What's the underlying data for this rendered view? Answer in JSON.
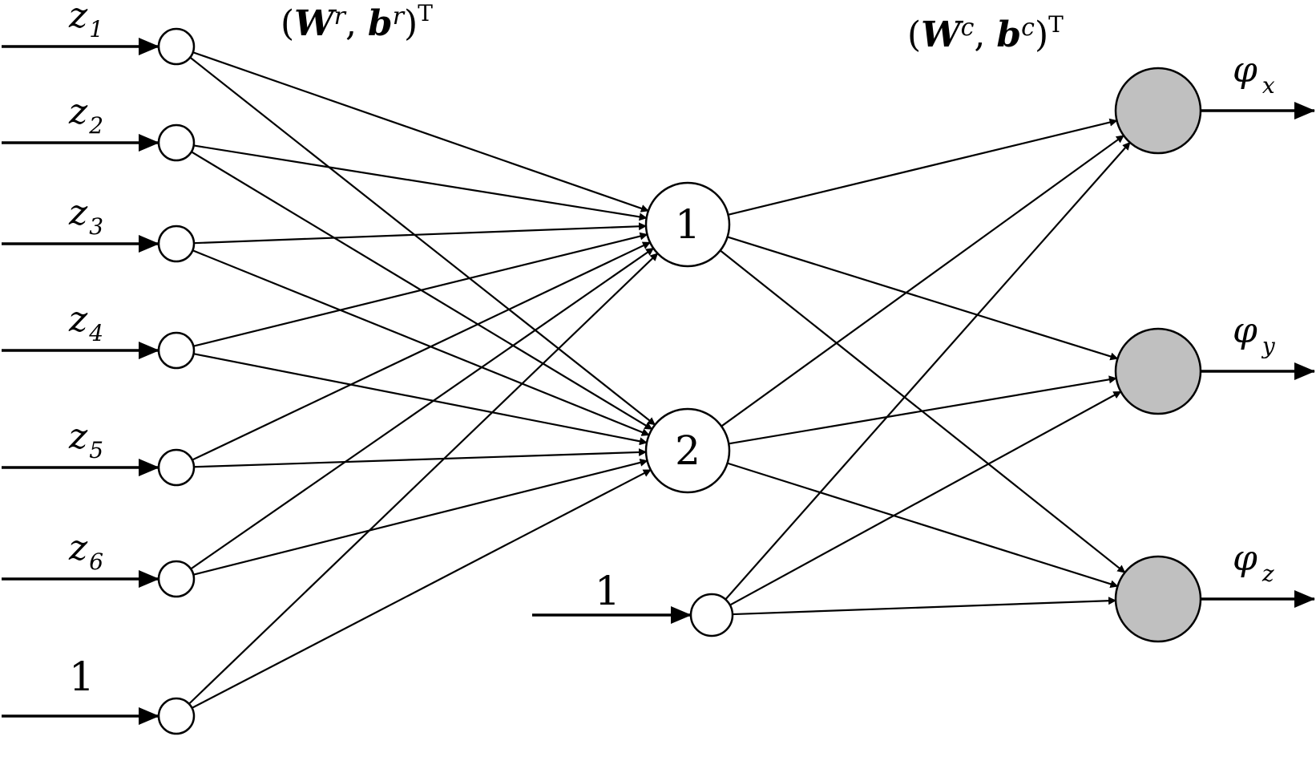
{
  "titles": {
    "encoder": {
      "open": "(",
      "w": "W",
      "w_sup": "r",
      "sep": ", ",
      "b": "b",
      "b_sup": "r",
      "close": ")",
      "transpose": "T"
    },
    "decoder": {
      "open": "(",
      "w": "W",
      "w_sup": "c",
      "sep": ", ",
      "b": "b",
      "b_sup": "c",
      "close": ")",
      "transpose": "T"
    }
  },
  "input_nodes": [
    {
      "main": "z",
      "sub": "1"
    },
    {
      "main": "z",
      "sub": "2"
    },
    {
      "main": "z",
      "sub": "3"
    },
    {
      "main": "z",
      "sub": "4"
    },
    {
      "main": "z",
      "sub": "5"
    },
    {
      "main": "z",
      "sub": "6"
    }
  ],
  "input_bias_label": "1",
  "hidden_nodes": [
    "1",
    "2"
  ],
  "hidden_bias_label": "1",
  "output_nodes": [
    {
      "main": "φ",
      "sub": "x"
    },
    {
      "main": "φ",
      "sub": "y"
    },
    {
      "main": "φ",
      "sub": "z"
    }
  ],
  "colors": {
    "line": "#000000",
    "node_fill": "#ffffff",
    "output_fill": "#c0c0c0"
  }
}
